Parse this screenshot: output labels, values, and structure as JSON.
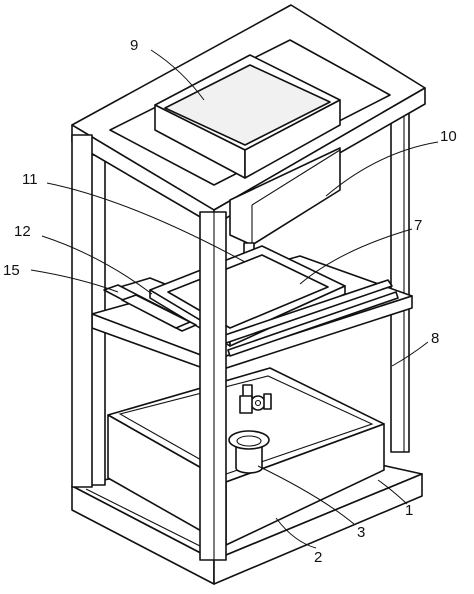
{
  "labels": {
    "l1": "1",
    "l2": "2",
    "l3": "3",
    "l7": "7",
    "l8": "8",
    "l9": "9",
    "l10": "10",
    "l11": "11",
    "l12": "12",
    "l15": "15"
  }
}
